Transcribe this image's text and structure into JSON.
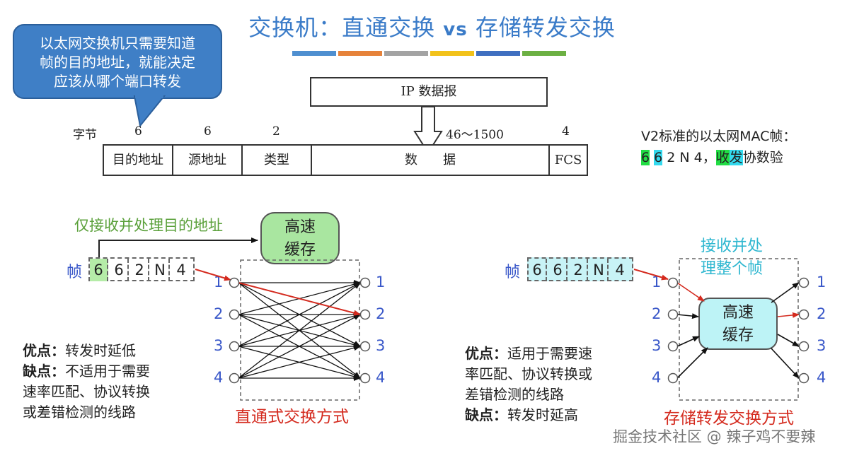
{
  "title": {
    "main": "交换机：直通交换",
    "vs": "vs",
    "rest": "存储转发交换"
  },
  "colors": {
    "title": "#3a7bc8",
    "bars": [
      "#4f8fd0",
      "#e6823a",
      "#a3a3a3",
      "#f2c21a",
      "#3f6fc0",
      "#6cb043"
    ],
    "callout": "#3f7fc6",
    "cache_cut": "#a9e6a0",
    "cache_store": "#bdf3f6",
    "red": "#d42a1e",
    "green": "#5aa03a"
  },
  "callout": {
    "line1": "以太网交换机只需要知道",
    "line2": "帧的目的地址，就能决定",
    "line3": "应该从哪个端口转发"
  },
  "ip_packet": "IP 数据报",
  "frame": {
    "bytes_label": "字节",
    "headers": [
      "6",
      "6",
      "2",
      "46～1500",
      "4"
    ],
    "fields": [
      "目的地址",
      "源地址",
      "类型",
      "数　　据",
      "FCS"
    ]
  },
  "v2": {
    "line1": "V2标准的以太网MAC帧：",
    "n1": "6",
    "n2": "6",
    "rest": " 2 N 4，",
    "w1": "收",
    "w2": "发",
    "w3": "协数验"
  },
  "cut_through": {
    "label_top": "仅接收并处理目的地址",
    "cache": [
      "高速",
      "缓存"
    ],
    "frame_label": "帧",
    "frame_cells": [
      "6",
      "6",
      "2",
      "N",
      "4"
    ],
    "in_ports": [
      "1",
      "2",
      "3",
      "4"
    ],
    "out_ports": [
      "1",
      "2",
      "3",
      "4"
    ],
    "pros_label": "优点：",
    "pros_text": "转发时延低",
    "cons_label": "缺点：",
    "cons_text1": "不适用于需要",
    "cons_text2": "速率匹配、协议转换",
    "cons_text3": "或差错检测的线路",
    "caption": "直通式交换方式"
  },
  "store_forward": {
    "label_top1": "接收并处",
    "label_top2": "理整个帧",
    "cache": [
      "高速",
      "缓存"
    ],
    "frame_label": "帧",
    "frame_cells": [
      "6",
      "6",
      "2",
      "N",
      "4"
    ],
    "in_ports": [
      "1",
      "2",
      "3",
      "4"
    ],
    "out_ports": [
      "1",
      "2",
      "3",
      "4"
    ],
    "pros_label": "优点：",
    "pros_text1": "适用于需要速",
    "pros_text2": "率匹配、协议转换或",
    "pros_text3": "差错检测的线路",
    "cons_label": "缺点：",
    "cons_text": "转发时延高",
    "caption": "存储转发交换方式"
  },
  "watermark": "掘金技术社区 @ 辣子鸡不要辣"
}
